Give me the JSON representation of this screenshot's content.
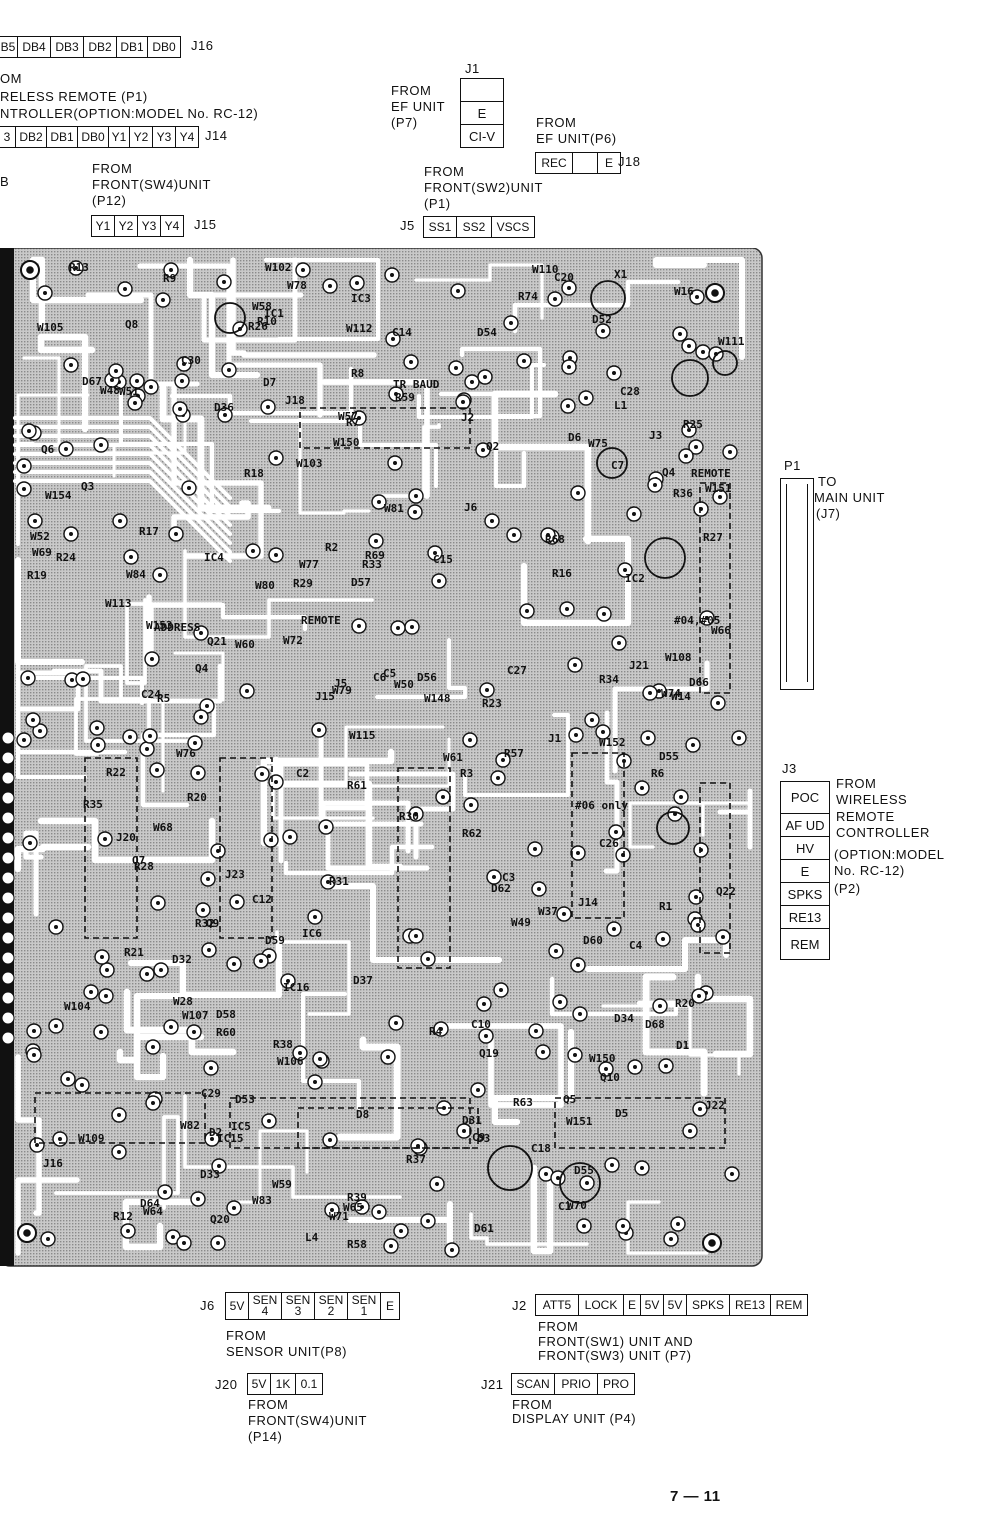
{
  "top_labels": {
    "j16_name": "J16",
    "j16_cells": [
      "B5",
      "DB4",
      "DB3",
      "DB2",
      "DB1",
      "DB0"
    ],
    "j14_from_lines": [
      "OM",
      "RELESS REMOTE           (P1)",
      "NTROLLER(OPTION:MODEL No. RC-12)"
    ],
    "j14_name": "J14",
    "j14_cells": [
      "3",
      "DB2",
      "DB1",
      "DB0",
      "Y1",
      "Y2",
      "Y3",
      "Y4"
    ],
    "stray_b": "B",
    "j15_from_lines": [
      "FROM",
      "FRONT(SW4)UNIT",
      "(P12)"
    ],
    "j15_name": "J15",
    "j15_cells": [
      "Y1",
      "Y2",
      "Y3",
      "Y4"
    ],
    "j1_name": "J1",
    "j1_from_lines": [
      "FROM",
      "EF UNIT",
      "(P7)"
    ],
    "j1_cells": [
      "",
      "E",
      "CI-V"
    ],
    "j18_from_lines": [
      "FROM",
      "EF UNIT(P6)"
    ],
    "j18_name": "J18",
    "j18_cells": [
      "REC",
      "",
      "E"
    ],
    "j5_from_lines": [
      "FROM",
      "FRONT(SW2)UNIT",
      "(P1)"
    ],
    "j5_name": "J5",
    "j5_cells": [
      "SS1",
      "SS2",
      "VSCS"
    ]
  },
  "right_labels": {
    "p1_name": "P1",
    "p1_to_lines": [
      "TO",
      "MAIN UNIT",
      "(J7)"
    ],
    "j3_name": "J3",
    "j3_cells": [
      "POC",
      "AF UD",
      "HV",
      "E",
      "SPKS",
      "RE13",
      "REM"
    ],
    "j3_from_lines": [
      "FROM",
      "WIRELESS",
      "REMOTE",
      "CONTROLLER",
      "(OPTION:MODEL",
      " No. RC-12)",
      "(P2)"
    ]
  },
  "bottom_labels": {
    "j6_name": "J6",
    "j6_cells": [
      "5V",
      "SEN\n4",
      "SEN\n3",
      "SEN\n2",
      "SEN\n1",
      "E"
    ],
    "j6_from_lines": [
      "FROM",
      "SENSOR UNIT(P8)"
    ],
    "j2_name": "J2",
    "j2_cells": [
      "ATT5",
      "LOCK",
      "E",
      "5V",
      "5V",
      "SPKS",
      "RE13",
      "REM"
    ],
    "j2_from_lines": [
      "FROM",
      "FRONT(SW1) UNIT AND",
      "FRONT(SW3) UNIT (P7)"
    ],
    "j20_name": "J20",
    "j20_cells": [
      "5V",
      "1K",
      "0.1"
    ],
    "j20_from_lines": [
      "FROM",
      "FRONT(SW4)UNIT",
      "(P14)"
    ],
    "j21_name": "J21",
    "j21_cells": [
      "SCAN",
      "PRIO",
      "PRO"
    ],
    "j21_from_lines": [
      "FROM",
      "DISPLAY UNIT (P4)"
    ]
  },
  "page_number": "7 — 11",
  "board_components": [
    "D1",
    "R5",
    "R6",
    "D2",
    "C12",
    "W60",
    "R12",
    "R13",
    "R9",
    "J1",
    "W58",
    "R7",
    "X1",
    "C15",
    "C14",
    "W57",
    "R74",
    "R68",
    "D62",
    "Q2",
    "Q3",
    "R10",
    "W68",
    "J18",
    "D61",
    "L1",
    "C10",
    "C20",
    "R69",
    "IC2",
    "W59",
    "W69",
    "R4",
    "R3",
    "R1",
    "D60",
    "C2",
    "C1",
    "R8",
    "W151",
    "Q21",
    "C5",
    "R17",
    "R18",
    "J5",
    "C26",
    "R2",
    "W70",
    "C4",
    "IC1",
    "R20",
    "C7",
    "R16",
    "D34",
    "D32",
    "R24",
    "L4",
    "R39",
    "W150",
    "W64",
    "W65",
    "D8",
    "Q10",
    "R37",
    "D7",
    "C18",
    "W150",
    "C3",
    "J16",
    "W66",
    "W61",
    "D33",
    "Q8",
    "W28",
    "R36",
    "Q4",
    "REMOTE",
    "W48",
    "J14",
    "D67",
    "D68",
    "W115",
    "Q9",
    "R30",
    "D31",
    "Q7",
    "D6",
    "W74",
    "W75",
    "W76",
    "J15",
    "J22",
    "W16",
    "R35",
    "W71",
    "R23",
    "D3",
    "R20",
    "Q5",
    "D55",
    "R22",
    "TR BAUD",
    "W49",
    "W50",
    "IC4",
    "W72",
    "W152",
    "D5",
    "R19",
    "IC6",
    "R25",
    "J23",
    "#04,#05",
    "#06 only",
    "IC5",
    "R21",
    "W81",
    "IC3",
    "Q4",
    "C6",
    "W52",
    "C9",
    "W80",
    "C24",
    "W82",
    "W51",
    "W77",
    "W79",
    "W78",
    "D55",
    "R63",
    "J3",
    "REMOTE",
    "R62",
    "W83",
    "W84",
    "D59",
    "Q20",
    "Q19",
    "R29",
    "R26",
    "R34",
    "J2",
    "W37",
    "J6",
    "Q6",
    "W110",
    "W109",
    "W111",
    "D37",
    "D36",
    "R58",
    "D52",
    "D56",
    "D58",
    "R33",
    "C30",
    "W154",
    "W148",
    "W153",
    "D66",
    "W103",
    "W106",
    "R57",
    "W112",
    "W113",
    "IC16",
    "W104",
    "W107",
    "W108",
    "C28",
    "R60",
    "D53",
    "D54",
    "IC15",
    "D64",
    "C27",
    "R59",
    "W105",
    "J20",
    "R31",
    "R28",
    "C29",
    "W102",
    "D57",
    "R32",
    "R27",
    "R38",
    "R61",
    "W14",
    "W151",
    "J21",
    "Q22",
    "ADDRESS"
  ]
}
